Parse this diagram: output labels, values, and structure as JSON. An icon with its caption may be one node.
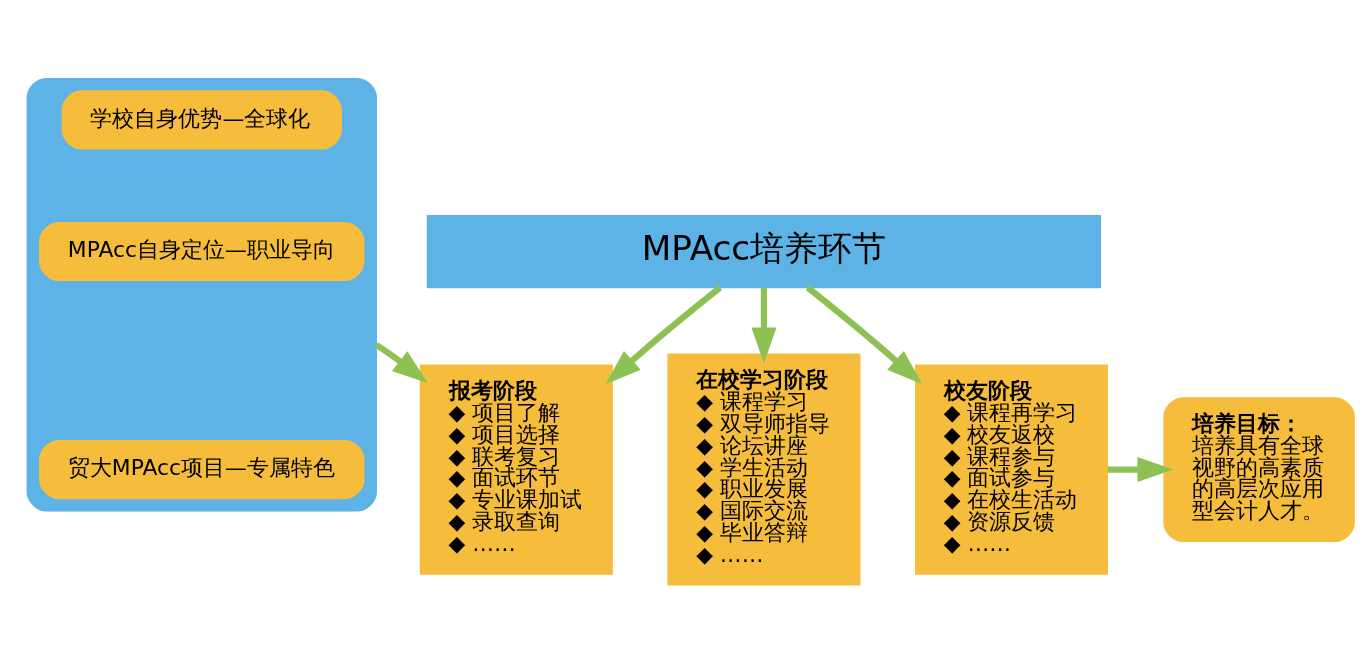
{
  "diagram": {
    "nodes": [
      {
        "text": [],
        "shape": "box"
      },
      {
        "text": [
          "学校自身优势—全球化"
        ],
        "in": 0
      },
      {
        "text": [
          "MPAcc自身定位—职业导向"
        ],
        "in": 0
      },
      {
        "text": [
          "贸大MPAcc项目—专属特色"
        ],
        "in": 0
      },
      {
        "text": [
          "MPAcc培养环节"
        ]
      },
      {
        "text": [
          "报考阶段",
          "◆ 项目了解",
          "◆ 项目选择",
          "◆ 联考复习",
          "◆ 面试环节",
          "◆ 专业课加试",
          "◆ 录取查询",
          "◆ ……"
        ]
      },
      {
        "text": [
          "在校学习阶段",
          "◆ 课程学习",
          "◆ 双导师指导",
          "◆ 论坛讲座",
          "◆ 学生活动",
          "◆ 职业发展",
          "◆ 国际交流",
          "◆ 毕业答辩",
          "◆ ……"
        ]
      },
      {
        "text": [
          "校友阶段",
          "◆ 课程再学习",
          "◆ 校友返校",
          "◆ 课程参与",
          "◆ 面试参与",
          "◆ 在校生活动",
          "◆ 资源反馈",
          "◆ ……"
        ]
      },
      {
        "text": [
          "培养目标：",
          "培养具有全球视野的高素质的高层次应用型会计人才。"
        ]
      }
    ],
    "edges": [
      {
        "from": 4,
        "to": 5,
        "arrow": "to"
      },
      {
        "from": 4,
        "to": 6,
        "arrow": "to"
      },
      {
        "from": 4,
        "to": 7,
        "arrow": "to"
      },
      {
        "from": 0,
        "to": 5,
        "arrow": "to"
      },
      {
        "from": 7,
        "to": 8,
        "arrow": "to"
      }
    ]
  }
}
